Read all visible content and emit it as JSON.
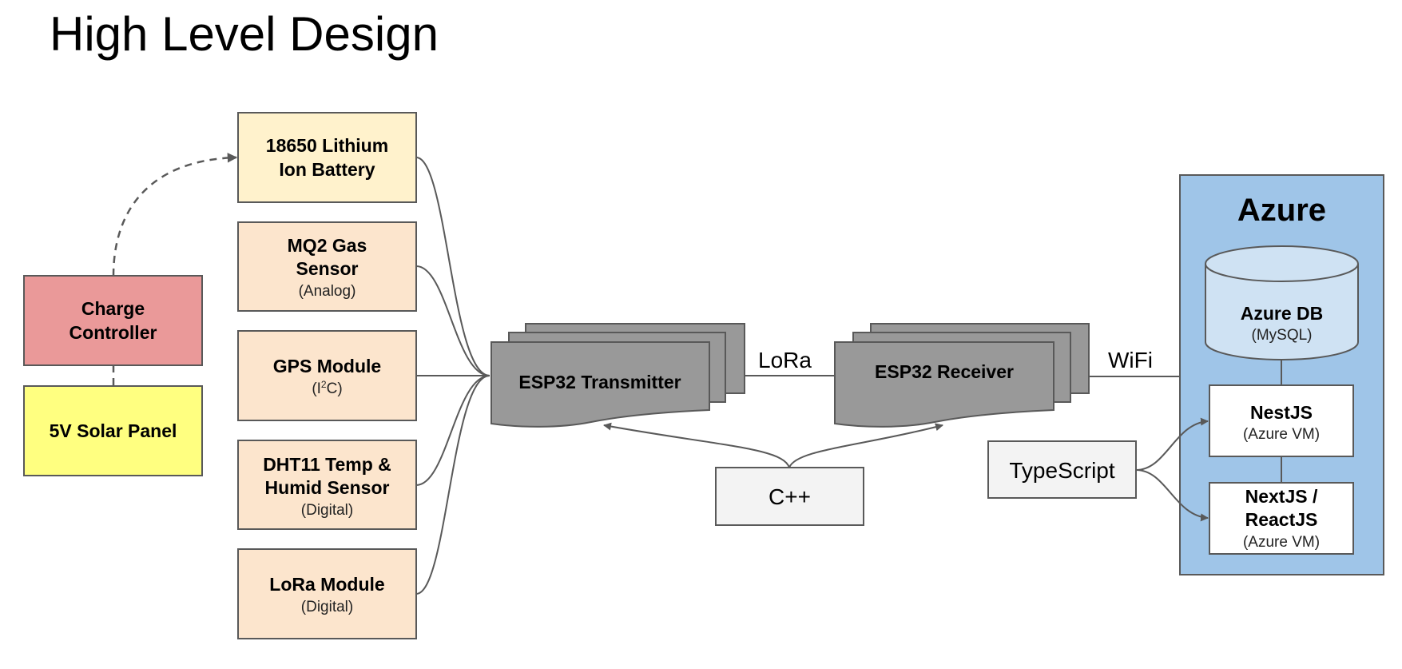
{
  "title": "High Level Design",
  "power": {
    "battery": {
      "title_line1": "18650 Lithium",
      "title_line2": "Ion Battery",
      "color": "#fff2cc"
    },
    "charge_controller": {
      "title_line1": "Charge",
      "title_line2": "Controller",
      "color": "#ea9999"
    },
    "solar_panel": {
      "title": "5V Solar Panel",
      "color": "#ffff80"
    }
  },
  "sensors": [
    {
      "title_line1": "MQ2 Gas",
      "title_line2": "Sensor",
      "subtitle": "(Analog)"
    },
    {
      "title_line1": "GPS Module",
      "subtitle_pre": "(I",
      "subtitle_sup": "2",
      "subtitle_post": "C)"
    },
    {
      "title_line1": "DHT11 Temp &",
      "title_line2": "Humid Sensor",
      "subtitle": "(Digital)"
    },
    {
      "title_line1": "LoRa Module",
      "subtitle": "(Digital)"
    }
  ],
  "sensor_color": "#fce5cd",
  "devices": {
    "transmitter": "ESP32 Transmitter",
    "receiver": "ESP32 Receiver",
    "color": "#999999"
  },
  "links": {
    "lora": "LoRa",
    "wifi": "WiFi"
  },
  "languages": {
    "cpp": "C++",
    "typescript": "TypeScript",
    "color": "#f3f3f3"
  },
  "azure": {
    "title": "Azure",
    "color": "#9fc5e8",
    "db": {
      "title": "Azure DB",
      "subtitle": "(MySQL)",
      "color": "#cfe2f3"
    },
    "nestjs": {
      "title": "NestJS",
      "subtitle": "(Azure VM)"
    },
    "nextjs": {
      "title_line1": "NextJS /",
      "title_line2": "ReactJS",
      "subtitle": "(Azure VM)"
    }
  }
}
